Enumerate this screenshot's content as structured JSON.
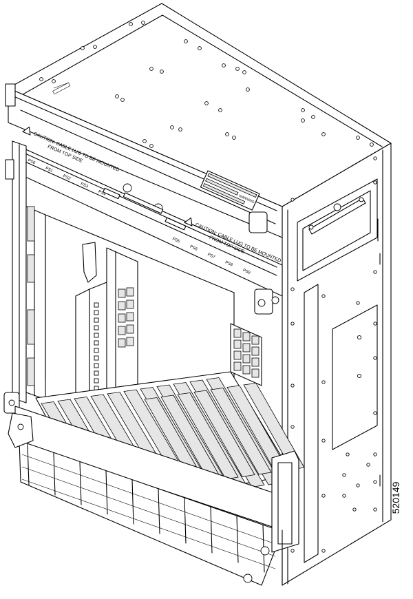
{
  "figure_number": "520149",
  "labels": {
    "caution_upper": "CAUTION: CABLE LUG TO BE MOUNTED",
    "caution_upper_2": "FROM TOP SIDE",
    "caution_lower": "CAUTION: CABLE LUG TO BE MOUNTED",
    "caution_lower_2": "FROM TOP SIDE",
    "psu_upper": [
      "PS0",
      "PS1",
      "PS2",
      "PS3",
      "PS4"
    ],
    "psu_lower": [
      "PS5",
      "PS6",
      "PS7",
      "PS8",
      "PS9"
    ],
    "label_plate": "WARNING"
  },
  "colors": {
    "line": "#000000",
    "background": "#ffffff",
    "shade": "#e6e6e6"
  }
}
